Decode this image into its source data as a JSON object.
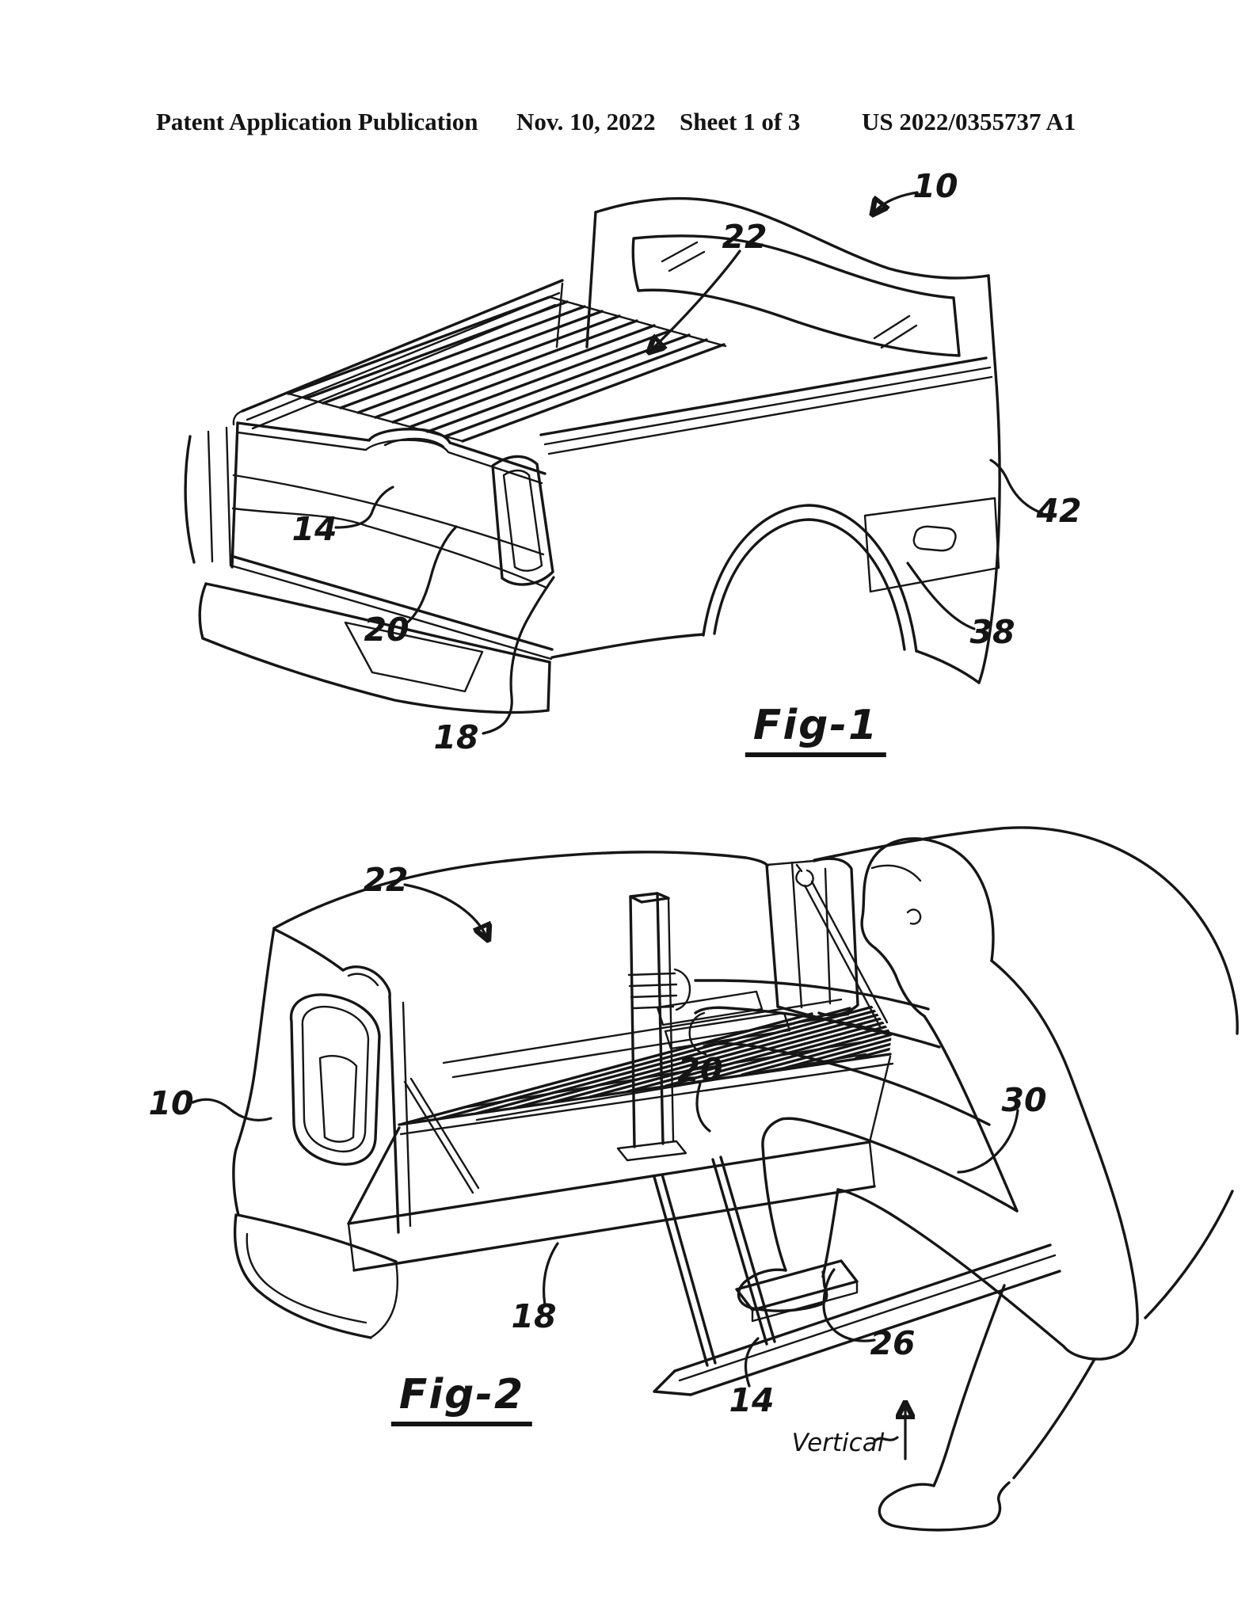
{
  "page": {
    "background": "#ffffff",
    "ink": "#161616"
  },
  "header": {
    "left": "Patent Application Publication",
    "date": "Nov. 10, 2022",
    "sheet": "Sheet 1 of 3",
    "patent_number": "US 2022/0355737 A1"
  },
  "figure1": {
    "caption": "Fig-1",
    "refs": {
      "r10": "10",
      "r22": "22",
      "r14": "14",
      "r20": "20",
      "r18": "18",
      "r42": "42",
      "r38": "38"
    }
  },
  "figure2": {
    "caption": "Fig-2",
    "vertical_label": "Vertical",
    "refs": {
      "r22": "22",
      "r10": "10",
      "r20": "20",
      "r30": "30",
      "r18": "18",
      "r26": "26",
      "r14": "14"
    }
  }
}
